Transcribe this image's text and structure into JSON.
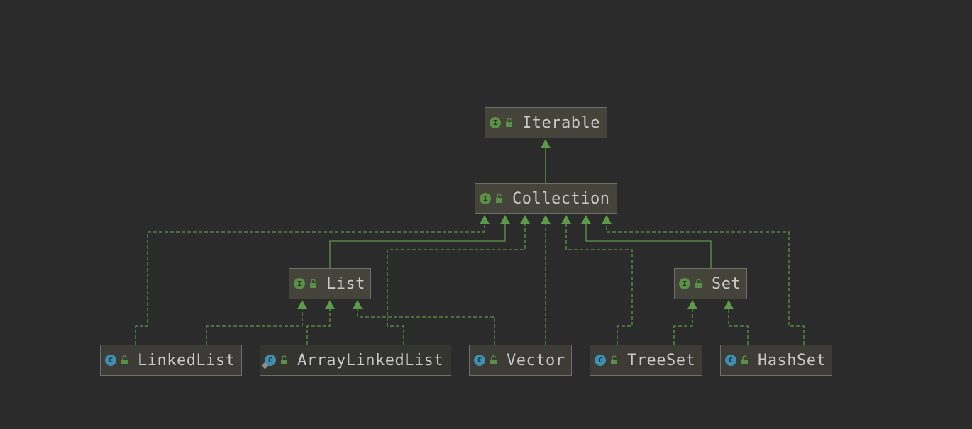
{
  "diagram": {
    "nodes": [
      {
        "id": "iterable",
        "label": "Iterable",
        "kind": "interface",
        "kind_letter": "I",
        "kind_icon": "interface-icon",
        "access_icon": "public-lock-icon"
      },
      {
        "id": "collection",
        "label": "Collection",
        "kind": "interface",
        "kind_letter": "I",
        "kind_icon": "interface-icon",
        "access_icon": "public-lock-icon"
      },
      {
        "id": "list",
        "label": "List",
        "kind": "interface",
        "kind_letter": "I",
        "kind_icon": "interface-icon",
        "access_icon": "public-lock-icon"
      },
      {
        "id": "set",
        "label": "Set",
        "kind": "interface",
        "kind_letter": "I",
        "kind_icon": "interface-icon",
        "access_icon": "public-lock-icon"
      },
      {
        "id": "linkedlist",
        "label": "LinkedList",
        "kind": "class",
        "kind_letter": "C",
        "kind_icon": "class-icon",
        "access_icon": "public-lock-icon"
      },
      {
        "id": "arraylinkedlist",
        "label": "ArrayLinkedList",
        "kind": "abstract-class",
        "kind_letter": "C",
        "kind_icon": "abstract-class-icon",
        "access_icon": "public-lock-icon"
      },
      {
        "id": "vector",
        "label": "Vector",
        "kind": "class",
        "kind_letter": "C",
        "kind_icon": "class-icon",
        "access_icon": "public-lock-icon"
      },
      {
        "id": "treeset",
        "label": "TreeSet",
        "kind": "class",
        "kind_letter": "C",
        "kind_icon": "class-icon",
        "access_icon": "public-lock-icon"
      },
      {
        "id": "hashset",
        "label": "HashSet",
        "kind": "class",
        "kind_letter": "C",
        "kind_icon": "class-icon",
        "access_icon": "public-lock-icon"
      }
    ],
    "edges": [
      {
        "from": "collection",
        "to": "iterable",
        "type": "extends"
      },
      {
        "from": "list",
        "to": "collection",
        "type": "extends"
      },
      {
        "from": "set",
        "to": "collection",
        "type": "extends"
      },
      {
        "from": "linkedlist",
        "to": "collection",
        "type": "implements"
      },
      {
        "from": "arraylinkedlist",
        "to": "collection",
        "type": "implements"
      },
      {
        "from": "vector",
        "to": "collection",
        "type": "implements"
      },
      {
        "from": "treeset",
        "to": "collection",
        "type": "implements"
      },
      {
        "from": "hashset",
        "to": "collection",
        "type": "implements"
      },
      {
        "from": "linkedlist",
        "to": "list",
        "type": "implements"
      },
      {
        "from": "arraylinkedlist",
        "to": "list",
        "type": "implements"
      },
      {
        "from": "vector",
        "to": "list",
        "type": "implements"
      },
      {
        "from": "treeset",
        "to": "set",
        "type": "implements"
      },
      {
        "from": "hashset",
        "to": "set",
        "type": "implements"
      }
    ],
    "colors": {
      "background": "#2b2b2b",
      "edge": "#5b9a46",
      "interface_fill": "#45443b",
      "class_fill": "#3c3b35",
      "node_border": "#6e6e6e",
      "text": "#c9c9c9"
    }
  }
}
